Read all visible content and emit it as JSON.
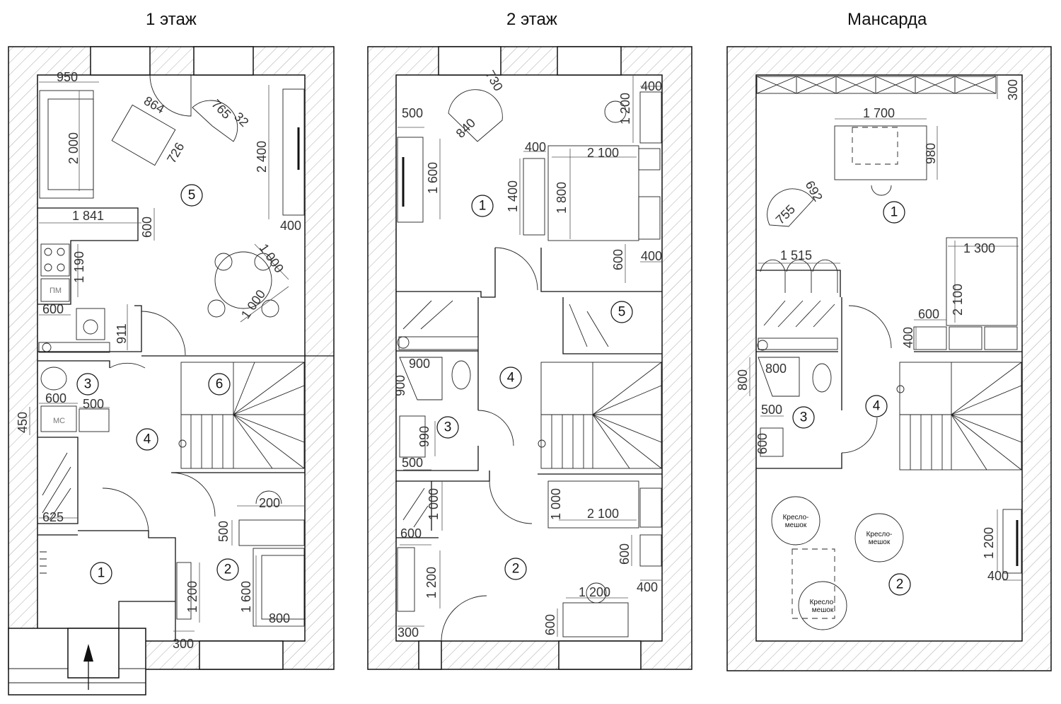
{
  "floors": [
    {
      "title": "1 этаж"
    },
    {
      "title": "2 этаж"
    },
    {
      "title": "Мансарда"
    }
  ],
  "floor1": {
    "rooms": [
      "5",
      "3",
      "6",
      "4",
      "1",
      "2"
    ],
    "dims": {
      "d950": "950",
      "d2000": "2 000",
      "d864": "864",
      "d726": "726",
      "d765": "765",
      "d32": "32",
      "d2400": "2 400",
      "d400": "400",
      "d1841": "1 841",
      "d600a": "600",
      "d1190": "1 190",
      "d1000a": "1 000",
      "d1000b": "1 000",
      "d600b": "600",
      "d911": "911",
      "d600c": "600",
      "d500a": "500",
      "d450": "450",
      "d625": "625",
      "d200": "200",
      "d500b": "500",
      "d1200": "1 200",
      "d1600": "1 600",
      "d800": "800",
      "d300": "300"
    },
    "labels": {
      "pm": "ПМ",
      "mc": "МС"
    }
  },
  "floor2": {
    "rooms": [
      "1",
      "5",
      "4",
      "3",
      "2"
    ],
    "dims": {
      "d730": "730",
      "d500a": "500",
      "d840": "840",
      "d1200a": "1 200",
      "d400a": "400",
      "d1600": "1 600",
      "d400b": "400",
      "d2100a": "2 100",
      "d1400": "1 400",
      "d1800": "1 800",
      "d600a": "600",
      "d400c": "400",
      "d900a": "900",
      "d900b": "900",
      "d990": "990",
      "d500b": "500",
      "d1000": "1 000",
      "d2100b": "2 100",
      "d600b": "600",
      "d1200b": "1 200",
      "d600c": "600",
      "d400d": "400",
      "d1200c": "1 200",
      "d600d": "600",
      "d300": "300"
    }
  },
  "floor3": {
    "rooms": [
      "1",
      "3",
      "4",
      "2"
    ],
    "dims": {
      "d300": "300",
      "d1700": "1 700",
      "d980": "980",
      "d692": "692",
      "d755": "755",
      "d1515": "1 515",
      "d1300": "1 300",
      "d2100": "2 100",
      "d600a": "600",
      "d400a": "400",
      "d800": "800",
      "d500": "500",
      "d600b": "600",
      "d1200": "1 200",
      "d400b": "400"
    },
    "beanbags": [
      "Кресло-\nмешок",
      "Кресло-\nмешок",
      "Кресло-\nмешок"
    ]
  }
}
